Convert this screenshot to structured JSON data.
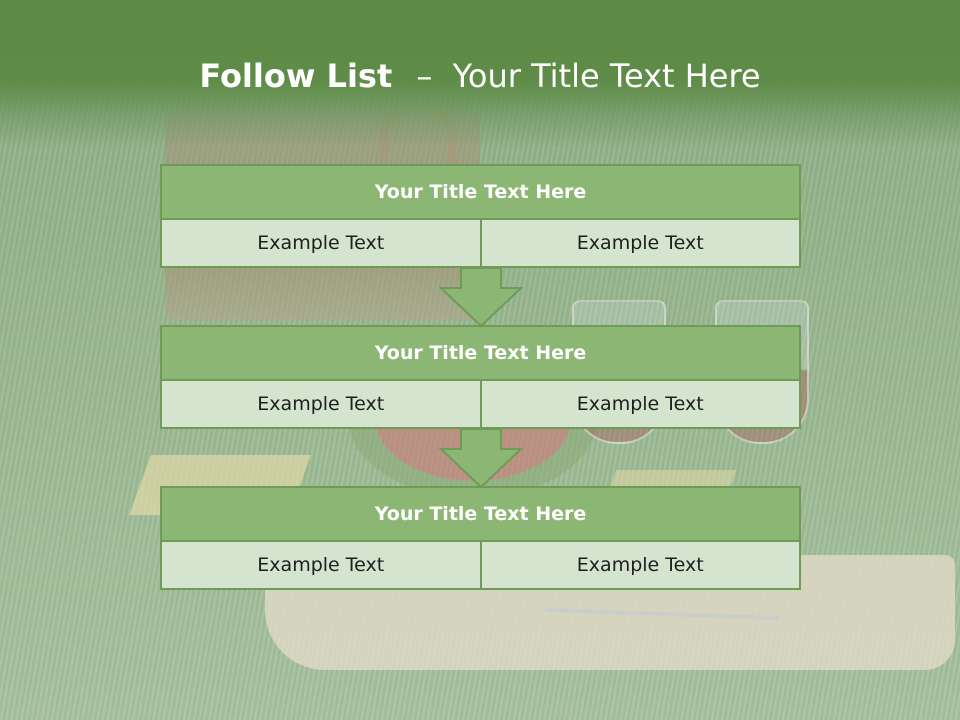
{
  "header": {
    "title_bold": "Follow List",
    "title_dash": "–",
    "title_rest": "Your Title Text Here"
  },
  "colors": {
    "header_green": "#5f8c48",
    "block_title": "#8cb673",
    "cell_fill": "#d5e4cf",
    "border": "#6e9b55",
    "arrow": "#8cb673"
  },
  "blocks": [
    {
      "title": "Your Title Text Here",
      "cells": [
        "Example Text",
        "Example Text"
      ]
    },
    {
      "title": "Your Title Text Here",
      "cells": [
        "Example Text",
        "Example Text"
      ]
    },
    {
      "title": "Your Title Text Here",
      "cells": [
        "Example Text",
        "Example Text"
      ]
    }
  ],
  "icons": [
    "down-arrow-icon"
  ]
}
